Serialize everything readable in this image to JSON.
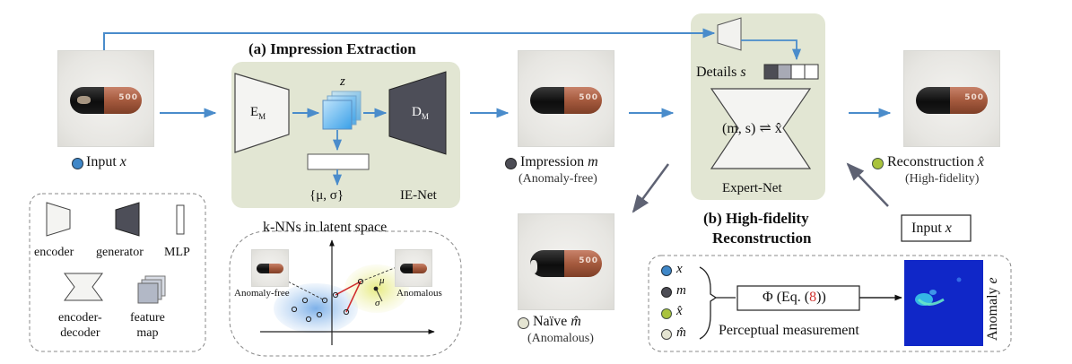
{
  "figure": {
    "input_label": "Input",
    "input_symbol": "x",
    "impression_extraction_title": "(a) Impression Extraction",
    "encoder_label": "E",
    "encoder_sub": "M",
    "decoder_label": "D",
    "decoder_sub": "M",
    "latent_label": "z",
    "stats_label": "{μ, σ}",
    "ie_net_label": "IE-Net",
    "impression_label": "Impression",
    "impression_symbol": "m",
    "impression_note": "(Anomaly-free)",
    "details_label": "Details",
    "details_symbol": "s",
    "expert_formula": "(m, s) ⇌ x̂",
    "expert_net_label": "Expert-Net",
    "reconstruction_label": "Reconstruction",
    "reconstruction_symbol": "x̂",
    "reconstruction_note": "(High-fidelity)",
    "hf_title_line1": "(b) High-fidelity",
    "hf_title_line2": "Reconstruction",
    "input_box_label": "Input",
    "input_box_symbol": "x",
    "naive_label": "Naïve",
    "naive_symbol": "m̂",
    "naive_note": "(Anomalous)",
    "capsule_print": "500"
  },
  "legend": {
    "encoder": "encoder",
    "generator": "generator",
    "mlp": "MLP",
    "encoder_decoder_line1": "encoder-",
    "encoder_decoder_line2": "decoder",
    "feature_map_line1": "feature",
    "feature_map_line2": "map"
  },
  "knn": {
    "title": "k-NNs in latent space",
    "anomaly_free": "Anomaly-free",
    "anomalous": "Anomalous",
    "mu": "μ",
    "sigma": "σ"
  },
  "perceptual": {
    "inputs": [
      "x",
      "m",
      "x̂",
      "m̂"
    ],
    "phi_prefix": "Φ (Eq. (",
    "phi_ref": "8",
    "phi_suffix": "))",
    "measurement_label": "Perceptual measurement",
    "anomaly_label": "Anomaly",
    "anomaly_symbol": "e"
  },
  "colors": {
    "arrow": "#4a8ccb",
    "panel_bg": "#e2e6d3",
    "input_dot": "#3f87c8",
    "impression_dot": "#4d4d55",
    "reconstruction_dot": "#a9c33c",
    "naive_dot": "#e4e4d2",
    "equation_ref": "#d0312d",
    "anomaly_map_bg": "#1027c8"
  }
}
